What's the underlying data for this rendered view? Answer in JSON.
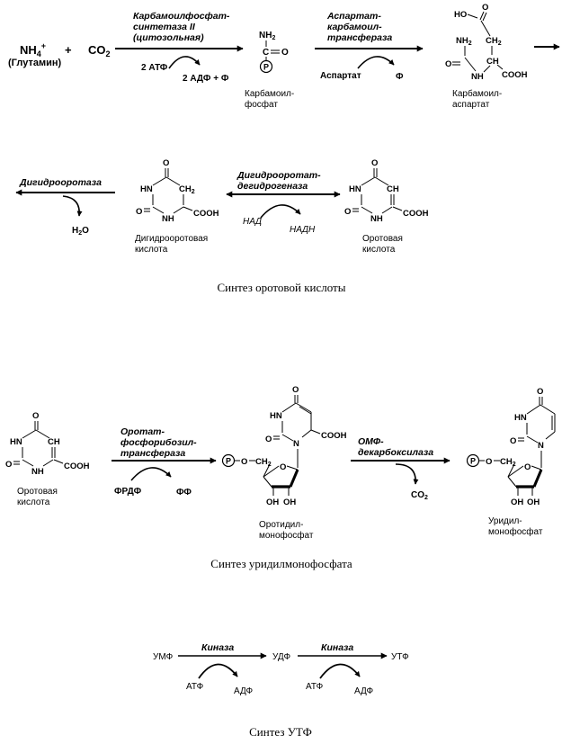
{
  "section1": {
    "reactant_nh4": "NH",
    "nh4_sub": "4",
    "nh4_sup": "+",
    "glutamine": "(Глутамин)",
    "plus": "+",
    "co2_c": "CO",
    "co2_sub": "2",
    "enzyme1_line1": "Карбамоилфосфат-",
    "enzyme1_line2": "синтетаза II",
    "enzyme1_line3": "(цитозольная)",
    "atp2": "2 АТФ",
    "adp2_pi": "2 АДФ + Ф",
    "cp_nh2": "NH",
    "cp_nh2_sub": "2",
    "cp_c": "C",
    "cp_o": "O",
    "p_symbol": "P",
    "cp_name_line1": "Карбамоил-",
    "cp_name_line2": "фосфат",
    "enzyme2_line1": "Аспартат-",
    "enzyme2_line2": "карбамоил-",
    "enzyme2_line3": "трансфераза",
    "aspartate": "Аспартат",
    "pi": "Ф",
    "ca_ho": "HO",
    "ca_o": "O",
    "ca_nh2": "NH",
    "ca_nh2_sub": "2",
    "ca_ch2": "CH",
    "ca_ch2_sub": "2",
    "ca_o2": "O",
    "ca_ch": "CH",
    "ca_nh": "NH",
    "ca_cooh": "COOH",
    "ca_name_line1": "Карбамоил-",
    "ca_name_line2": "аспартат",
    "enzyme3": "Дигидрооротаза",
    "h2o_h": "H",
    "h2o_sub": "2",
    "h2o_o": "O",
    "dho_o_top": "O",
    "dho_hn": "HN",
    "dho_ch2": "CH",
    "dho_ch2_sub": "2",
    "dho_o_left": "O",
    "dho_nh": "NH",
    "dho_cooh": "COOH",
    "dho_name_line1": "Дигидрооротовая",
    "dho_name_line2": "кислота",
    "enzyme4_line1": "Дигидрооротат-",
    "enzyme4_line2": "дегидрогеназа",
    "nad": "НАД",
    "nadh": "НАДН",
    "oa_o_top": "O",
    "oa_hn": "HN",
    "oa_ch": "CH",
    "oa_o_left": "O",
    "oa_nh": "NH",
    "oa_cooh": "COOH",
    "oa_name_line1": "Оротовая",
    "oa_name_line2": "кислота",
    "caption": "Синтез оротовой кислоты"
  },
  "section2": {
    "oa_o_top": "O",
    "oa_hn": "HN",
    "oa_ch": "CH",
    "oa_o_left": "O",
    "oa_nh": "NH",
    "oa_cooh": "COOH",
    "oa_name_line1": "Оротовая",
    "oa_name_line2": "кислота",
    "enzyme5_line1": "Оротат-",
    "enzyme5_line2": "фосфорибозил-",
    "enzyme5_line3": "трансфераза",
    "prpp": "ФРДФ",
    "ppi": "ФФ",
    "omp_o_top": "O",
    "omp_hn": "HN",
    "omp_o_left": "O",
    "omp_n": "N",
    "omp_cooh": "COOH",
    "p_symbol": "P",
    "omp_o_link": "O",
    "omp_ch2": "CH",
    "omp_ch2_sub": "2",
    "omp_ring_o": "O",
    "omp_oh1": "OH",
    "omp_oh2": "OH",
    "omp_name_line1": "Оротидил-",
    "omp_name_line2": "монофосфат",
    "enzyme6_line1": "ОМФ-",
    "enzyme6_line2": "декарбоксилаза",
    "co2_c": "CO",
    "co2_sub": "2",
    "ump_o_top": "O",
    "ump_hn": "HN",
    "ump_o_left": "O",
    "ump_n": "N",
    "ump_o_link": "O",
    "ump_ch2": "CH",
    "ump_ch2_sub": "2",
    "ump_ring_o": "O",
    "ump_oh1": "OH",
    "ump_oh2": "OH",
    "ump_name_line1": "Уридил-",
    "ump_name_line2": "монофосфат",
    "caption": "Синтез уридилмонофосфата"
  },
  "section3": {
    "ump": "УМФ",
    "kinase1": "Киназа",
    "atp1": "АТФ",
    "adp1": "АДФ",
    "udp": "УДФ",
    "kinase2": "Киназа",
    "atp2": "АТФ",
    "adp2": "АДФ",
    "utp": "УТФ",
    "caption": "Синтез УТФ"
  }
}
